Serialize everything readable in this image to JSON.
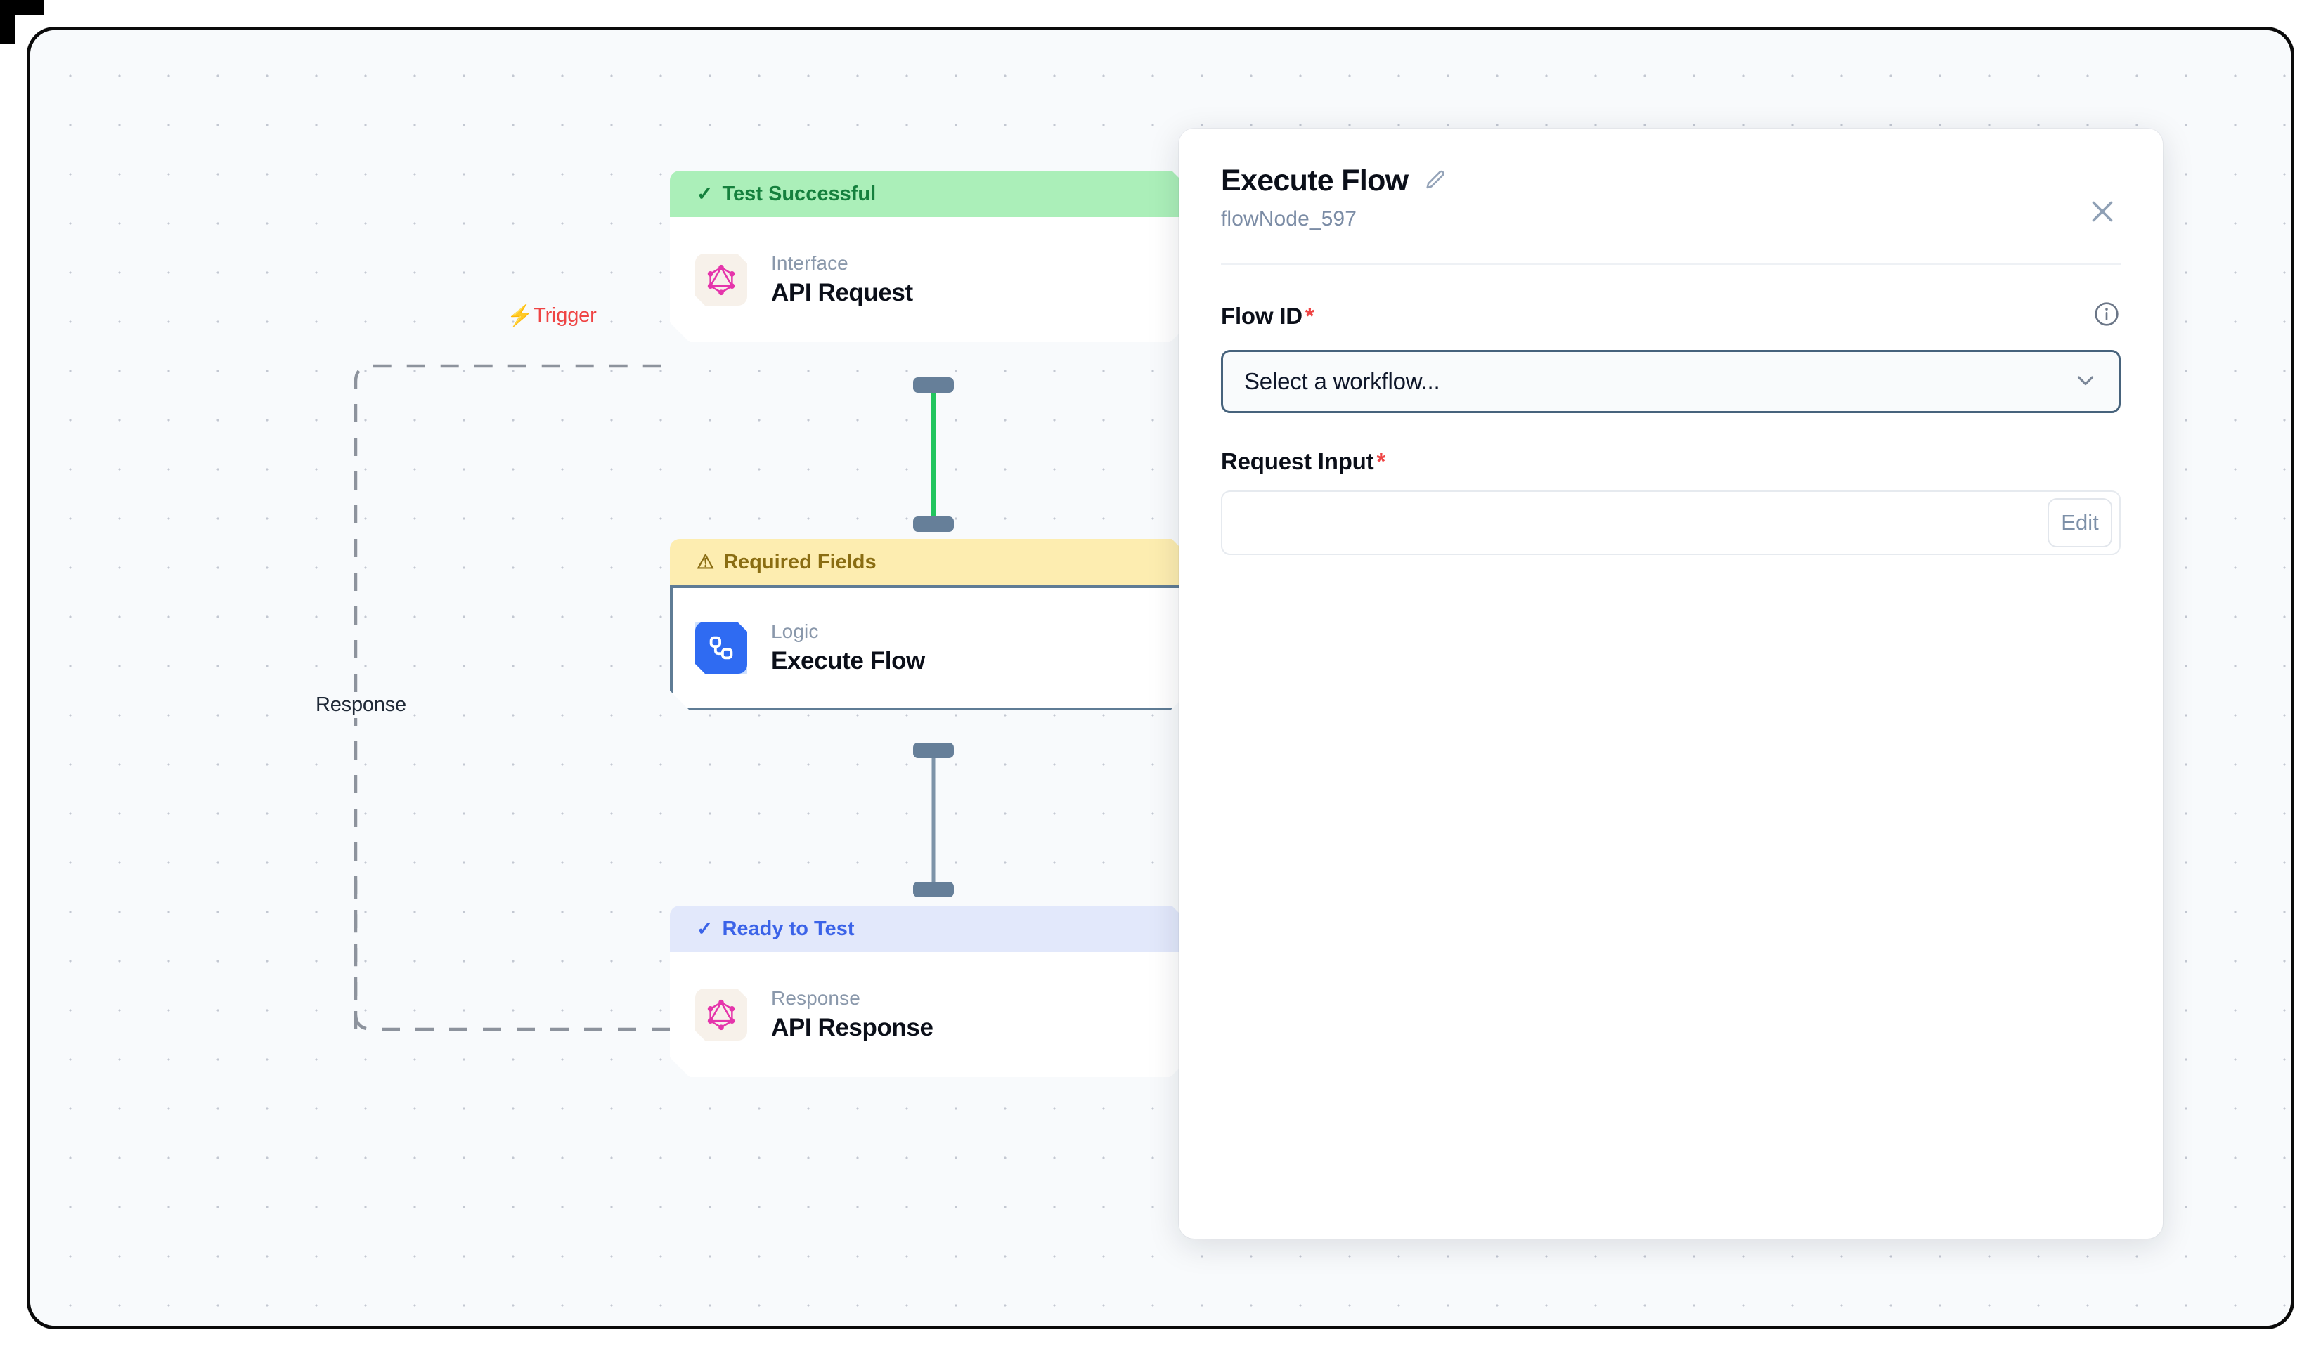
{
  "canvas": {
    "edges": [
      {
        "id": "trigger",
        "label": "Trigger",
        "icon": "lightning-bolt-icon",
        "color": "#ef4444",
        "style": "dashed"
      },
      {
        "id": "response",
        "label": "Response",
        "color": "#1f2937",
        "style": "dashed"
      }
    ],
    "nodes": [
      {
        "id": "node-api-request",
        "status": "Test Successful",
        "status_type": "success",
        "status_icon": "check-icon",
        "category": "Interface",
        "title": "API Request",
        "icon": "graphql-icon",
        "selected": false
      },
      {
        "id": "node-execute-flow",
        "status": "Required Fields",
        "status_type": "warning",
        "status_icon": "warning-triangle-icon",
        "category": "Logic",
        "title": "Execute Flow",
        "icon": "workflow-branch-icon",
        "selected": true
      },
      {
        "id": "node-api-response",
        "status": "Ready to Test",
        "status_type": "ready",
        "status_icon": "check-icon",
        "category": "Response",
        "title": "API Response",
        "icon": "graphql-icon",
        "selected": false
      }
    ],
    "connectors": [
      {
        "from": "node-api-request",
        "to": "node-execute-flow",
        "color": "#22c55e"
      },
      {
        "from": "node-execute-flow",
        "to": "node-api-response",
        "color": "#7d93a8"
      }
    ]
  },
  "panel": {
    "title": "Execute Flow",
    "edit_icon": "pencil-icon",
    "subtitle": "flowNode_597",
    "close_icon": "close-icon",
    "fields": [
      {
        "id": "flow-id",
        "label": "Flow ID",
        "required_marker": "*",
        "info_icon": "info-icon",
        "control": "select",
        "value": "Select a workflow...",
        "chevron_icon": "chevron-down-icon"
      },
      {
        "id": "request-input",
        "label": "Request Input",
        "required_marker": "*",
        "control": "text",
        "value": "",
        "action_label": "Edit"
      }
    ]
  },
  "colors": {
    "success_bg": "#abefb9",
    "success_fg": "#15803d",
    "warning_bg": "#fdedb0",
    "warning_fg": "#8a6d12",
    "ready_bg": "#e2e8fb",
    "ready_fg": "#3b63e8",
    "trigger": "#ef4444",
    "edge_green": "#22c55e",
    "handle": "#667f99",
    "selected_border": "#5f7c95",
    "canvas_bg": "#f8fafc"
  }
}
